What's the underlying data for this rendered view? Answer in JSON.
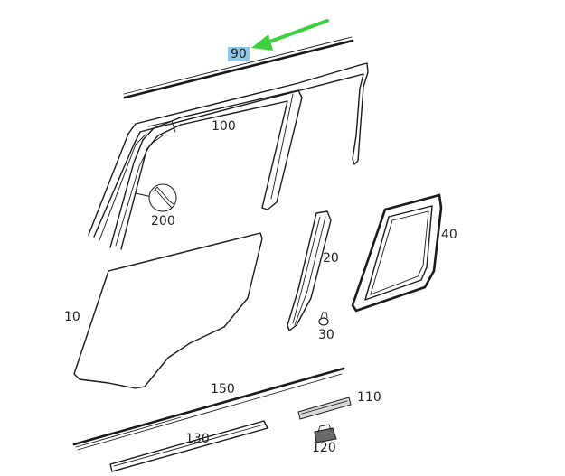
{
  "diagram": {
    "highlight_color": "#8fc8e8",
    "arrow_color": "#3dd13d",
    "labels": {
      "p90": "90",
      "p100": "100",
      "p200": "200",
      "p40": "40",
      "p20": "20",
      "p10": "10",
      "p30": "30",
      "p150": "150",
      "p110": "110",
      "p120": "120",
      "p130": "130"
    },
    "highlighted_part": "90",
    "icons": {
      "service_symbol": "wrench-icon",
      "pointer": "green-arrow-icon"
    }
  }
}
